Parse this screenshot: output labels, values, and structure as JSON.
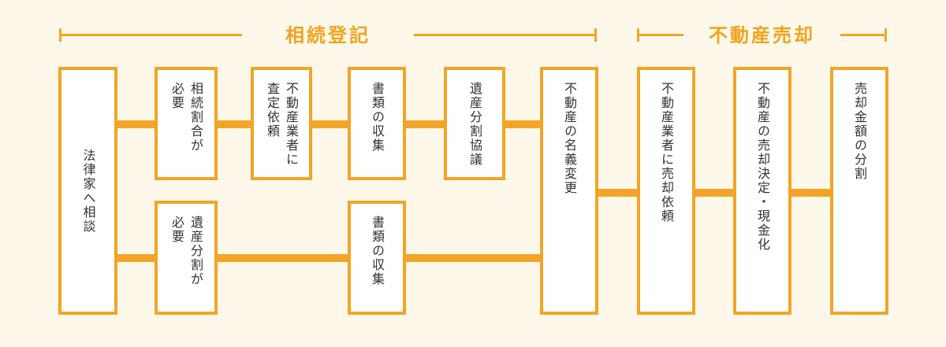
{
  "colors": {
    "background": "#FDF8EA",
    "accent_orange": "#F3A426",
    "title_orange": "#F2A31E",
    "box_background": "#FFFFFF",
    "box_text": "#333333"
  },
  "sections": [
    {
      "id": "inheritance-registration",
      "label": "相続登記"
    },
    {
      "id": "real-estate-sale",
      "label": "不動産売却"
    }
  ],
  "boxes": [
    {
      "id": "consult-lawyer",
      "label": "法律家へ相談"
    },
    {
      "id": "inheritance-ratio-needed",
      "label": "相続割合が\n必要"
    },
    {
      "id": "estate-division-needed",
      "label": "遺産分割が\n必要"
    },
    {
      "id": "appraisal-request",
      "label": "不動産業者に\n査定依頼"
    },
    {
      "id": "document-collection-top",
      "label": "書類の収集"
    },
    {
      "id": "document-collection-bottom",
      "label": "書類の収集"
    },
    {
      "id": "estate-division-discussion",
      "label": "遺産分割協議"
    },
    {
      "id": "property-name-change",
      "label": "不動産の名義変更"
    },
    {
      "id": "sale-request-to-agent",
      "label": "不動産業者に売却依頼"
    },
    {
      "id": "sale-decision-cash",
      "label": "不動産の売却決定・現金化"
    },
    {
      "id": "proceeds-division",
      "label": "売却金額の分割"
    }
  ],
  "paths": {
    "top_route": [
      "consult-lawyer",
      "inheritance-ratio-needed",
      "appraisal-request",
      "document-collection-top",
      "estate-division-discussion",
      "property-name-change"
    ],
    "bottom_route": [
      "consult-lawyer",
      "estate-division-needed",
      "document-collection-bottom",
      "property-name-change"
    ],
    "sale_route": [
      "property-name-change",
      "sale-request-to-agent",
      "sale-decision-cash",
      "proceeds-division"
    ]
  }
}
